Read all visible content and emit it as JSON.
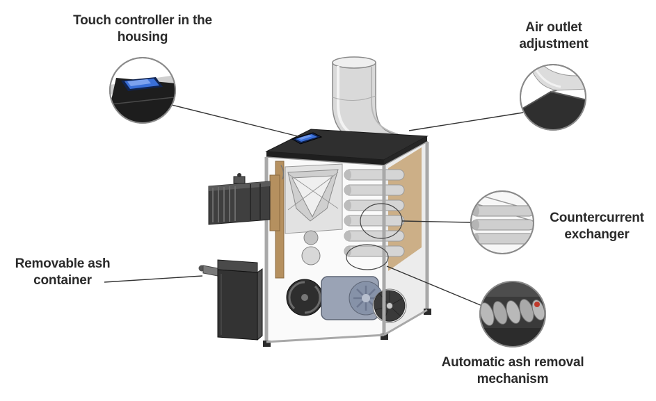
{
  "figure": {
    "type": "annotated-cutaway-diagram",
    "subject": "pellet-boiler-cutaway",
    "labels": {
      "touch_controller": "Touch controller in the housing",
      "air_outlet": "Air outlet adjustment",
      "countercurrent_exchanger": "Countercurrent exchanger",
      "ash_removal": "Automatic ash removal mechanism",
      "ash_container": "Removable ash container"
    },
    "colors": {
      "background": "#ffffff",
      "dark_housing": "#2f2f2f",
      "touchscreen_blue": "#3a6fd8",
      "duct_gray": "#d9d9d9",
      "rear_panel_tan": "#c9a87c",
      "leader_line": "#333333",
      "ash_container_dark": "#333333",
      "indicator_red": "#c0392b"
    }
  }
}
